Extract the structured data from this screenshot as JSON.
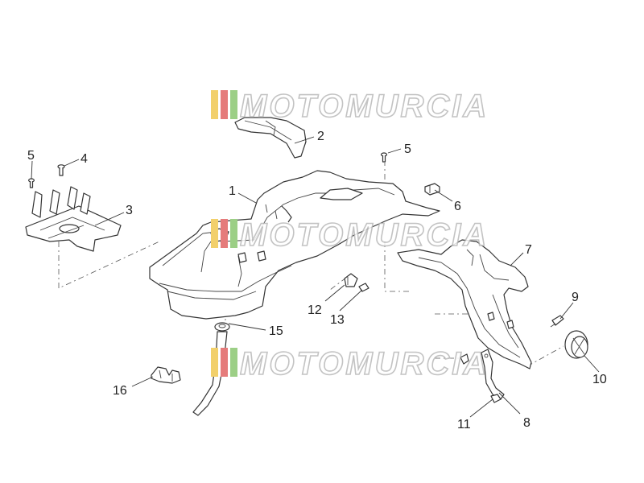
{
  "watermark": {
    "text": "MOTOMURCIA",
    "stripe_colors": [
      "#f2d06b",
      "#e57b7b",
      "#9ccf86"
    ]
  },
  "callouts": [
    "1",
    "2",
    "3",
    "4",
    "5",
    "5",
    "6",
    "7",
    "8",
    "9",
    "10",
    "11",
    "12",
    "13",
    "15",
    "16"
  ]
}
